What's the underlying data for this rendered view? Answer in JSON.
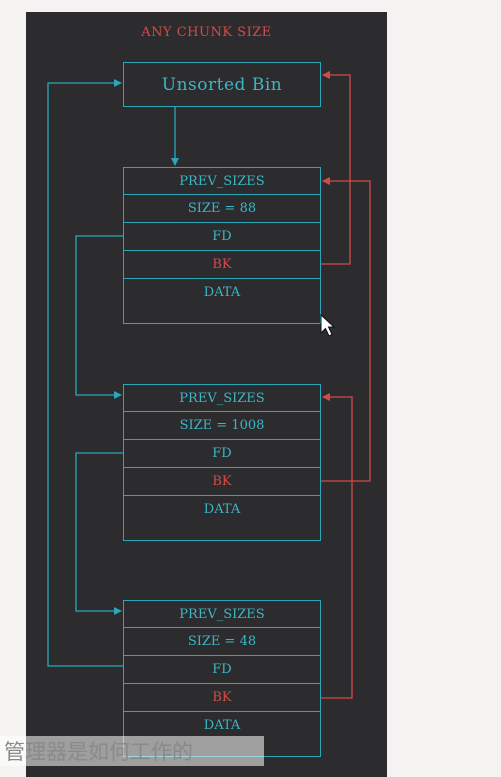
{
  "diagram": {
    "title": "ANY CHUNK SIZE",
    "bin_label": "Unsorted Bin",
    "chunks": [
      {
        "prev_size": "PREV_SIZES",
        "size": "SIZE = 88",
        "fd": "FD",
        "bk": "BK",
        "data": "DATA"
      },
      {
        "prev_size": "PREV_SIZES",
        "size": "SIZE = 1008",
        "fd": "FD",
        "bk": "BK",
        "data": "DATA"
      },
      {
        "prev_size": "PREV_SIZES",
        "size": "SIZE = 48",
        "fd": "FD",
        "bk": "BK",
        "data": "DATA"
      }
    ]
  },
  "caption": "管理器是如何工作的",
  "colors": {
    "panel": "#2c2c2e",
    "cyan": "#2aa7b8",
    "red": "#d44a4a",
    "page": "#f4f3f2"
  }
}
